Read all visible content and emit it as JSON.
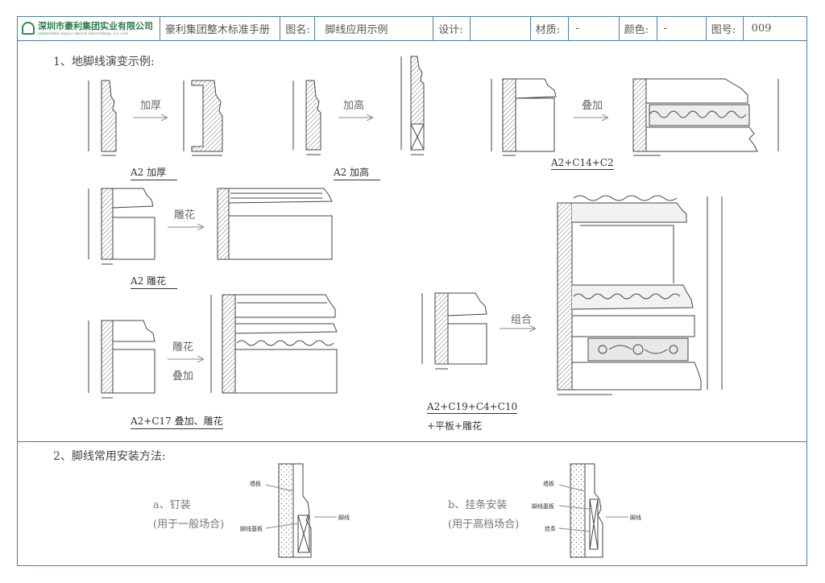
{
  "title_block": {
    "company_cn": "深圳市豪利集团实业有限公司",
    "company_en": "SHENZHEN HAOLI GROUP INDUSTRIAL CO.,LTD",
    "manual": "豪利集团整木标准手册",
    "drawing_name_label": "图名:",
    "drawing_name": "脚线应用示例",
    "design_label": "设计:",
    "design_value": "",
    "material_label": "材质:",
    "material_value": "-",
    "color_label": "颜色:",
    "color_value": "-",
    "drawing_no_label": "图号:",
    "drawing_no": "009"
  },
  "section1": {
    "heading": "1、地脚线演变示例:",
    "arrows": {
      "thicken": "加厚",
      "heighten": "加高",
      "stack": "叠加",
      "carve": "雕花",
      "carve2": "雕花",
      "stack2": "叠加",
      "combine": "组合"
    },
    "captions": {
      "a2_thicken": "A2  加厚",
      "a2_heighten": "A2  加高",
      "a2_c14_c2": "A2+C14+C2",
      "a2_carve": "A2  雕花",
      "a2_c17": "A2+C17  叠加、雕花",
      "a2_combo_line1": "A2+C19+C4+C10",
      "a2_combo_line2": "+平板+雕花"
    }
  },
  "section2": {
    "heading": "2、脚线常用安装方法:",
    "method_a_title": "a、钉装",
    "method_a_note": "(用于一般场合)",
    "method_b_title": "b、挂条安装",
    "method_b_note": "(用于高档场合)",
    "callouts_a": {
      "wall": "墙板",
      "base_board": "脚线基板",
      "line": "脚线"
    },
    "callouts_b": {
      "wall": "墙板",
      "base_board": "脚线基板",
      "line": "脚线",
      "hanger": "挂条"
    }
  }
}
